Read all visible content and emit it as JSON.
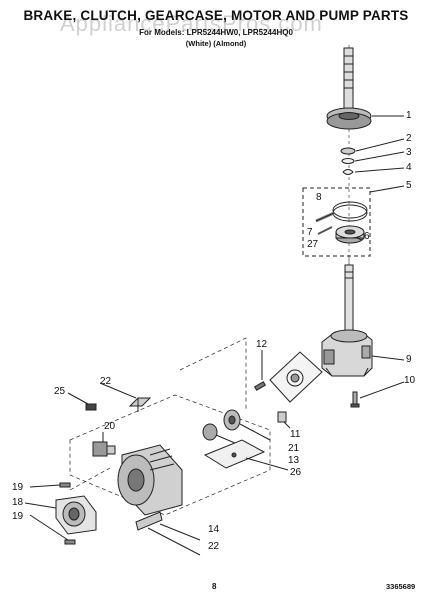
{
  "header": {
    "title": "BRAKE, CLUTCH, GEARCASE, MOTOR AND PUMP PARTS",
    "models": "For Models: LPR5244HW0, LPR5244HQ0",
    "colors": "(White)   (Almond)",
    "watermark": "AppliancePartsPros.com"
  },
  "callouts": [
    "1",
    "2",
    "3",
    "4",
    "5",
    "8",
    "7",
    "27",
    "6",
    "9",
    "10",
    "12",
    "22",
    "25",
    "20",
    "11",
    "21",
    "13",
    "26",
    "19",
    "18",
    "19",
    "14",
    "22"
  ],
  "footer": {
    "page_number": "8",
    "part_number": "3365689"
  }
}
